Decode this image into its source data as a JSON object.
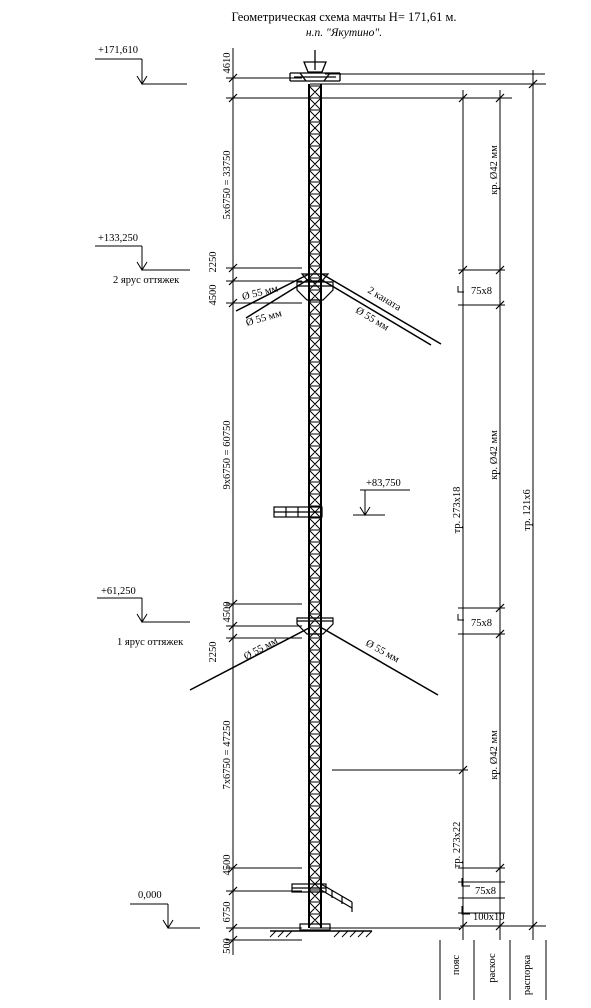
{
  "header": {
    "title": "Геометрическая схема мачты Н= 171,61 м.",
    "subtitle": "н.п. \"Якутино\"."
  },
  "elevations": [
    {
      "id": "top",
      "value": "+171,610",
      "note": ""
    },
    {
      "id": "tier2",
      "value": "+133,250",
      "note": "2 ярус оттяжек"
    },
    {
      "id": "platform",
      "value": "+83,750",
      "note": ""
    },
    {
      "id": "tier1",
      "value": "+61,250",
      "note": "1 ярус оттяжек"
    },
    {
      "id": "ground",
      "value": "0,000",
      "note": ""
    }
  ],
  "vertical_dimensions": [
    "4610",
    "5x6750 = 33750",
    "2250",
    "4500",
    "9x6750 = 60750",
    "4500",
    "2250",
    "7x6750 = 47250",
    "4500",
    "6750",
    "500"
  ],
  "guy_labels": [
    "Ø 55 мм",
    "Ø 55 мм",
    "2 каната",
    "Ø 55 мм",
    "Ø 55 мм",
    "Ø 55 мм"
  ],
  "member_labels": {
    "braces": [
      "кр. Ø42 мм",
      "кр. Ø42 мм",
      "кр. Ø42 мм"
    ],
    "angles": [
      "75x8",
      "75x8",
      "75x8",
      "100x10"
    ],
    "chords": [
      "тр. 273х18",
      "тр. 273х22"
    ],
    "strut": "тр. 121х6"
  },
  "columns": [
    "пояс",
    "раскос",
    "распорка"
  ]
}
